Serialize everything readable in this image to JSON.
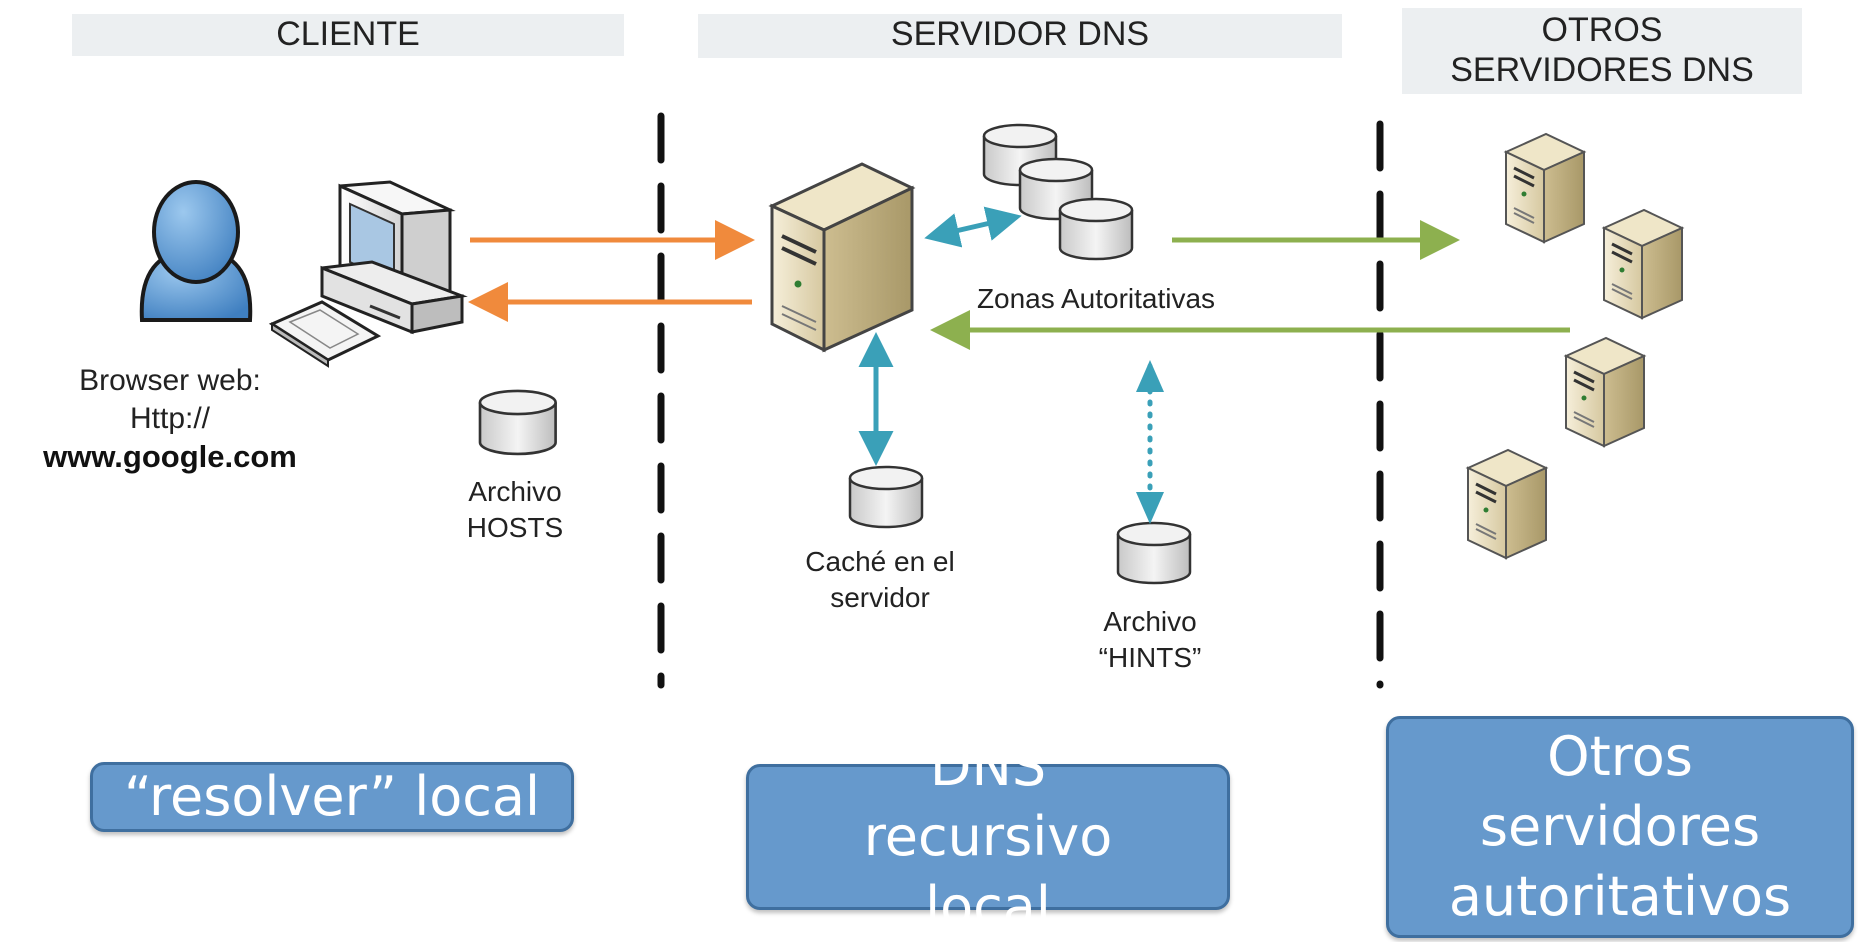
{
  "headers": {
    "cliente": "CLIENTE",
    "servidor_dns": "SERVIDOR DNS",
    "otros_servidores": "OTROS SERVIDORES DNS"
  },
  "client": {
    "browser_line1": "Browser web:",
    "browser_line2": "Http://",
    "browser_url": "www.google.com",
    "hosts_line1": "Archivo",
    "hosts_line2": "HOSTS"
  },
  "server": {
    "zonas_label": "Zonas Autoritativas",
    "cache_line1": "Caché en el",
    "cache_line2": "servidor",
    "hints_line1": "Archivo",
    "hints_line2": "“HINTS”"
  },
  "boxes": {
    "resolver": "“resolver” local",
    "recursivo": "DNS recursivo local",
    "autoritativos": "Otros servidores autoritativos"
  },
  "colors": {
    "query_arrow": "#f08a3c",
    "external_arrow": "#8db04f",
    "internal_arrow": "#3aa0b8",
    "box_fill": "#6699cc",
    "header_fill": "#eceff1"
  },
  "icons": [
    "user-icon",
    "desktop-computer-icon",
    "server-icon",
    "database-icon"
  ]
}
